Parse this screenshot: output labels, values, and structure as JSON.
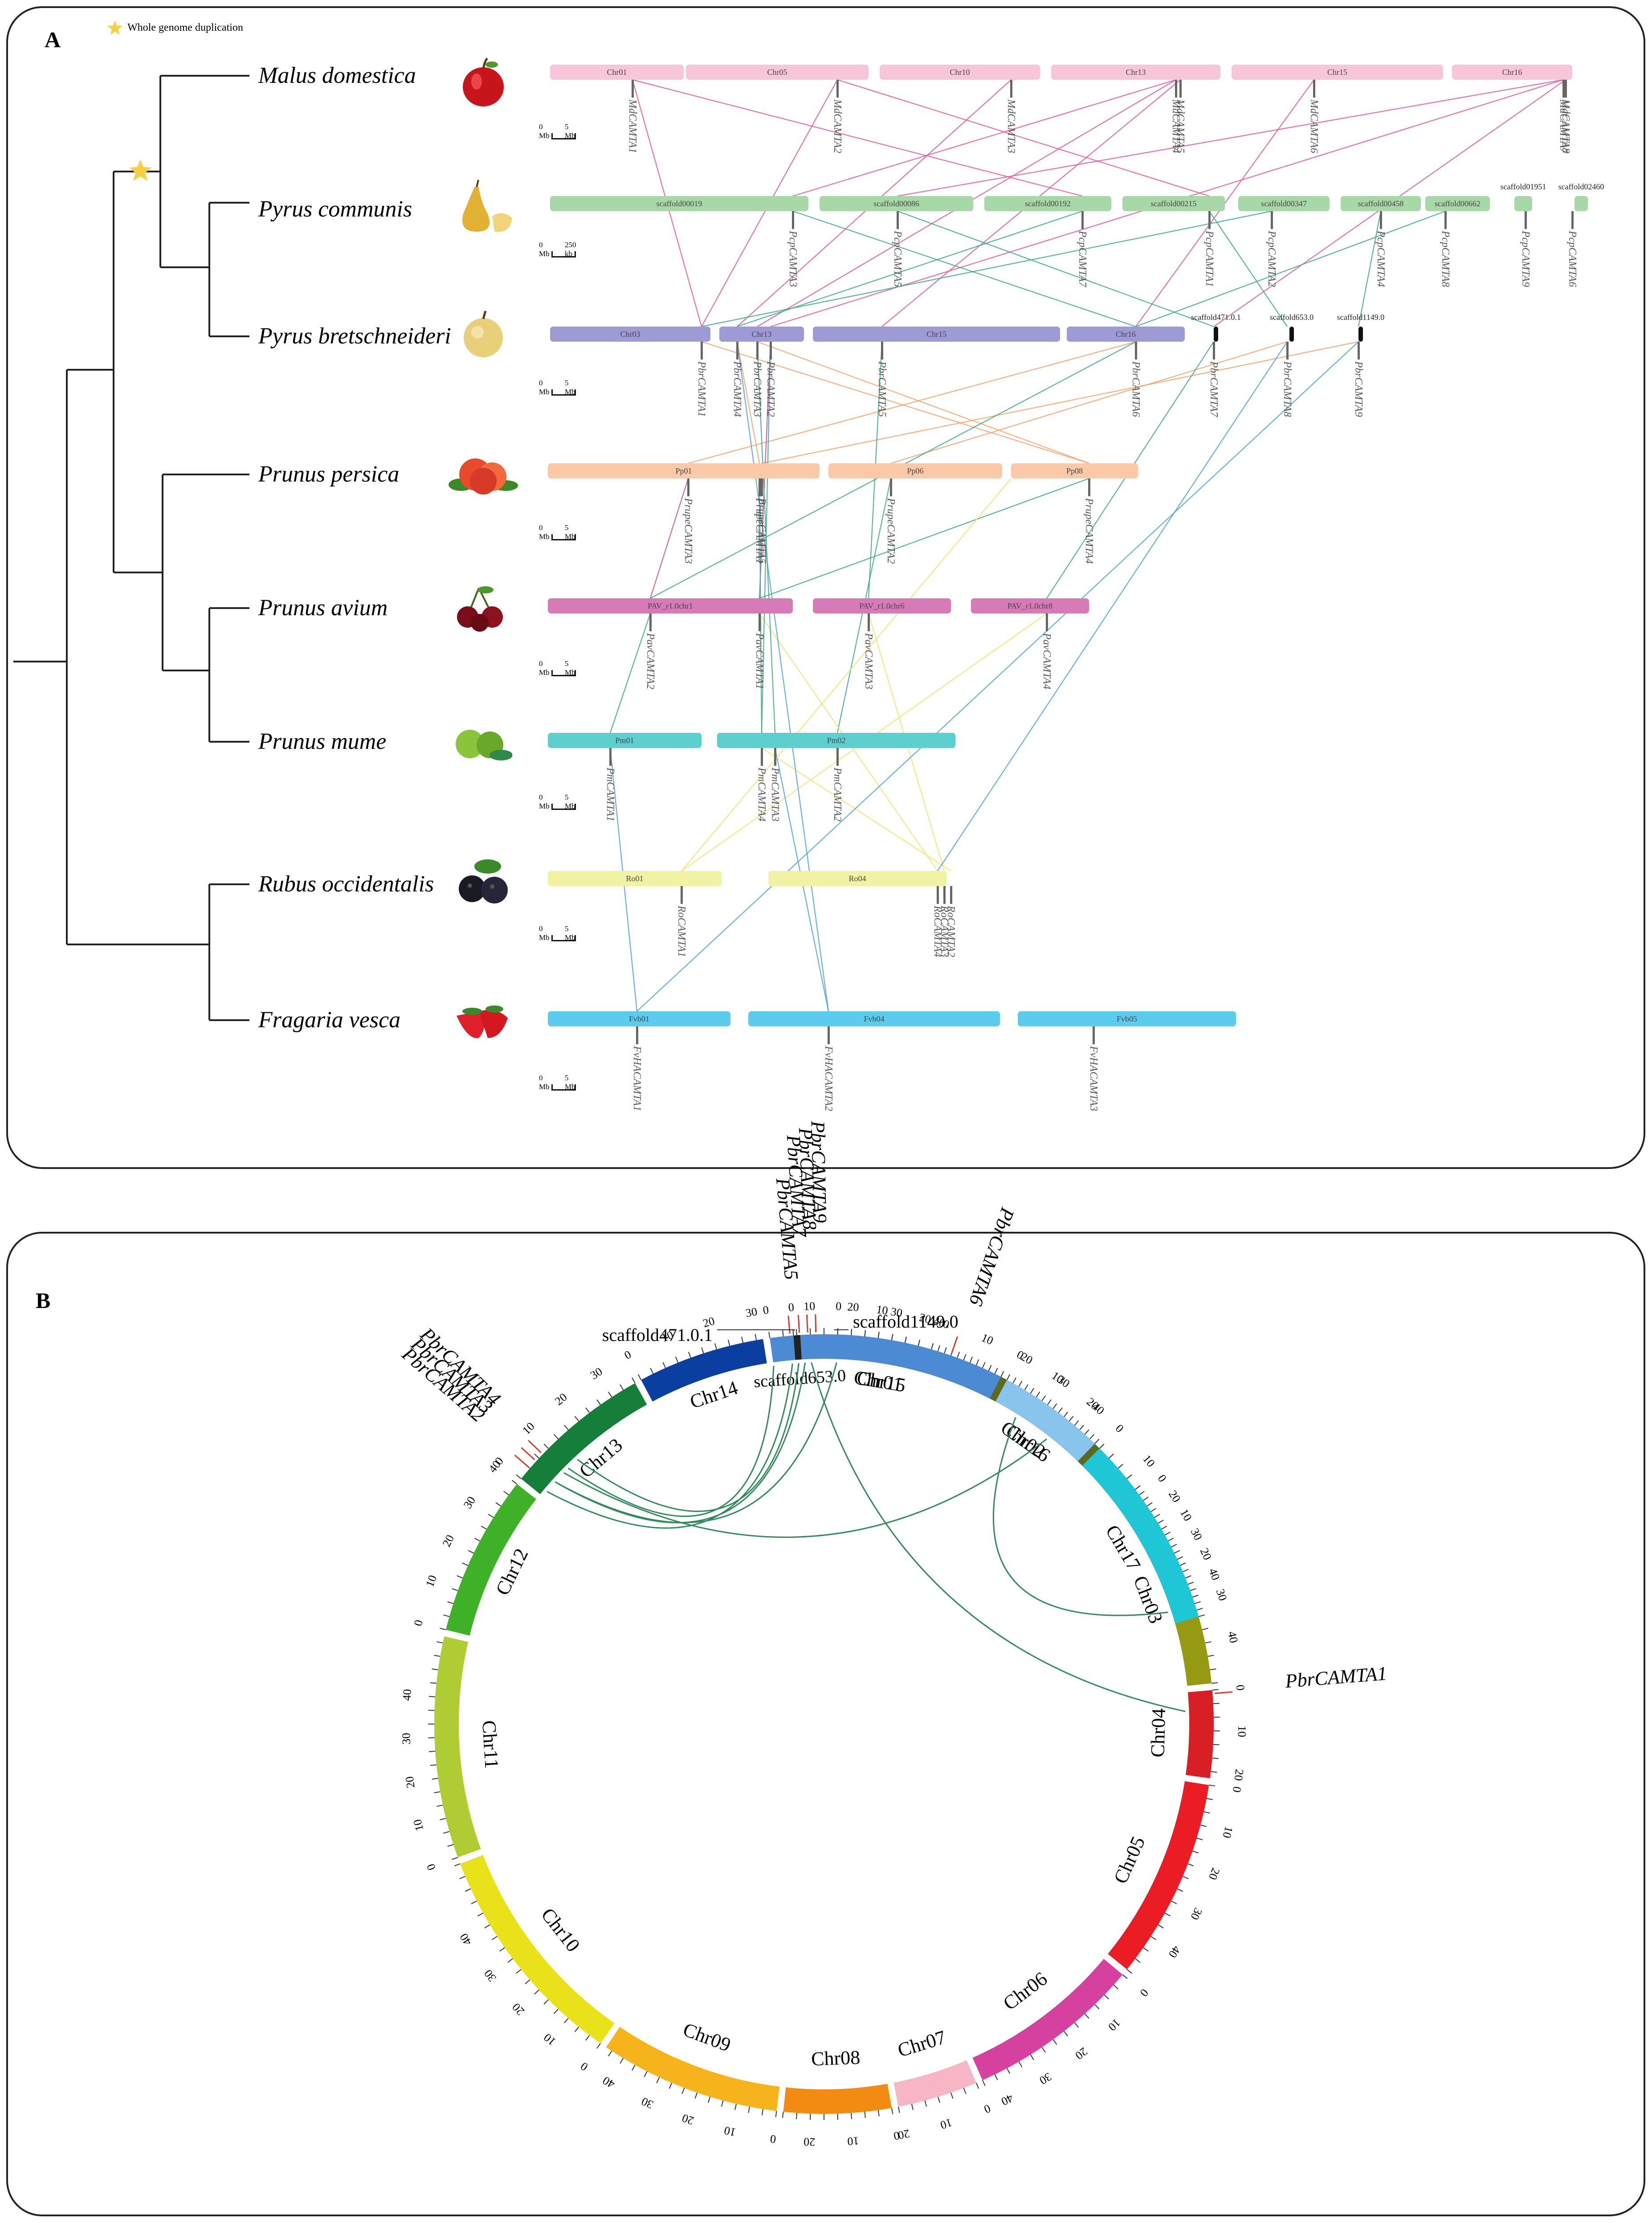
{
  "panel_a": {
    "letter": "A",
    "legend": "Whole genome duplication",
    "species": [
      {
        "name": "Malus domestica",
        "scale": {
          "left": "0 Mb",
          "right": "5 Mb"
        }
      },
      {
        "name": "Pyrus communis",
        "scale": {
          "left": "0 Mb",
          "right": "250 kb"
        }
      },
      {
        "name": "Pyrus bretschneideri",
        "scale": {
          "left": "0 Mb",
          "right": "5 Mb"
        }
      },
      {
        "name": "Prunus persica",
        "scale": {
          "left": "0 Mb",
          "right": "5 Mb"
        }
      },
      {
        "name": "Prunus avium",
        "scale": {
          "left": "0 Mb",
          "right": "5 Mb"
        }
      },
      {
        "name": "Prunus mume",
        "scale": {
          "left": "0 Mb",
          "right": "5 Mb"
        }
      },
      {
        "name": "Rubus occidentalis",
        "scale": {
          "left": "0 Mb",
          "right": "5 Mb"
        }
      },
      {
        "name": "Fragaria vesca",
        "scale": {
          "left": "0 Mb",
          "right": "5 Mb"
        }
      }
    ],
    "chromosomes": [
      [
        "Chr01",
        "Chr05",
        "Chr10",
        "Chr13",
        "Chr15",
        "Chr16"
      ],
      [
        "scaffold00019",
        "scaffold00086",
        "scaffold00192",
        "scaffold00215",
        "scaffold00347",
        "scaffold00458",
        "scaffold00662",
        "scaffold01951",
        "scaffold02460"
      ],
      [
        "Chr03",
        "Chr13",
        "Chr15",
        "Chr16",
        "scaffold471.0.1",
        "scaffold653.0",
        "scaffold1149.0"
      ],
      [
        "Pp01",
        "Pp06",
        "Pp08"
      ],
      [
        "PAV_r1.0chr1",
        "PAV_r1.0chr6",
        "PAV_r1.0chr8"
      ],
      [
        "Pm01",
        "Pm02"
      ],
      [
        "Ro01",
        "Ro04"
      ],
      [
        "Fvb01",
        "Fvb04",
        "Fvb05"
      ]
    ],
    "genes": [
      [
        "MdCAMTA1",
        "MdCAMTA2",
        "MdCAMTA3",
        "MdCAMTA4",
        "MdCAMTA5",
        "MdCAMTA6",
        "MdCAMTA7",
        "MdCAMTA8"
      ],
      [
        "PcpCAMTA3",
        "PcpCAMTA5",
        "PcpCAMTA7",
        "PcpCAMTA1",
        "PcpCAMTA2",
        "PcpCAMTA4",
        "PcpCAMTA8",
        "PcpCAMTA9",
        "PcpCAMTA6"
      ],
      [
        "PbrCAMTA1",
        "PbrCAMTA4",
        "PbrCAMTA3",
        "PbrCAMTA2",
        "PbrCAMTA5",
        "PbrCAMTA6",
        "PbrCAMTA7",
        "PbrCAMTA8",
        "PbrCAMTA9"
      ],
      [
        "PrupeCAMTA3",
        "PrupeCAMTA1",
        "PrupeCAMTA2",
        "PrupeCAMTA4",
        "PrupeCAMTA5"
      ],
      [
        "PavCAMTA2",
        "PavCAMTA1",
        "PavCAMTA3",
        "PavCAMTA4"
      ],
      [
        "PmCAMTA1",
        "PmCAMTA4",
        "PmCAMTA3",
        "PmCAMTA2"
      ],
      [
        "RoCAMTA1",
        "RoCAMTA4",
        "RoCAMTA3",
        "RoCAMTA2"
      ],
      [
        "FvHACAMTA1",
        "FvHACAMTA2",
        "FvHACAMTA3"
      ]
    ]
  },
  "panel_b": {
    "letter": "B",
    "chromosomes": [
      "Chr01",
      "Chr02",
      "Chr03",
      "Chr04",
      "Chr05",
      "Chr06",
      "Chr07",
      "Chr08",
      "Chr09",
      "Chr10",
      "Chr11",
      "Chr12",
      "Chr13",
      "Chr14",
      "Chr15",
      "Chr16",
      "Chr17",
      "scaffold653.0"
    ],
    "scaffold_labels": [
      "scaffold471.0.1",
      "scaffold1149.0"
    ],
    "genes": [
      "PbrCAMTA1",
      "PbrCAMTA2",
      "PbrCAMTA3",
      "PbrCAMTA4",
      "PbrCAMTA5",
      "PbrCAMTA6",
      "PbrCAMTA7",
      "PbrCAMTA8",
      "PbrCAMTA9"
    ],
    "ticks": [
      "0",
      "10",
      "20",
      "30",
      "40"
    ]
  }
}
